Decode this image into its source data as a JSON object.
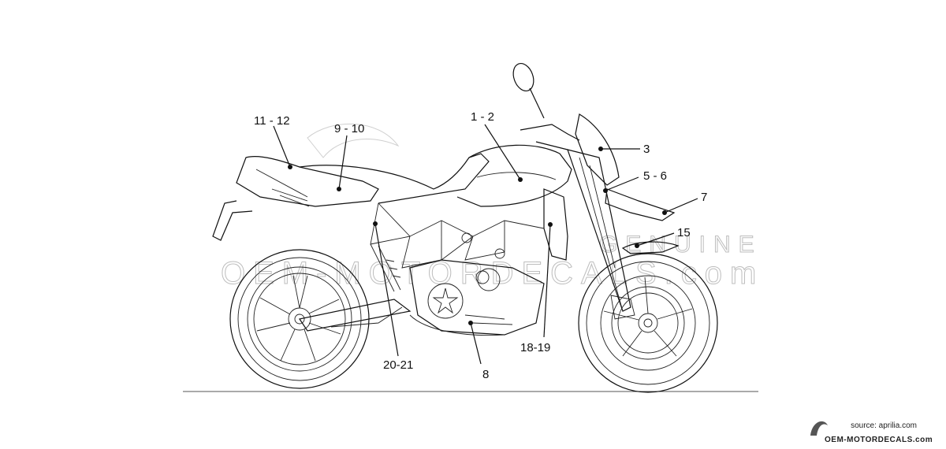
{
  "diagram": {
    "callouts": [
      {
        "id": "c1",
        "label": "1 - 2"
      },
      {
        "id": "c3",
        "label": "3"
      },
      {
        "id": "c5",
        "label": "5 - 6"
      },
      {
        "id": "c7",
        "label": "7"
      },
      {
        "id": "c8",
        "label": "8"
      },
      {
        "id": "c9",
        "label": "9 - 10"
      },
      {
        "id": "c11",
        "label": "11 - 12"
      },
      {
        "id": "c15",
        "label": "15"
      },
      {
        "id": "c18",
        "label": "18-19"
      },
      {
        "id": "c20",
        "label": "20-21"
      }
    ]
  },
  "watermark": {
    "text": "OEM-MOTORDECALS.com",
    "faint_word": "GENUINE"
  },
  "credit": {
    "source": "source: aprilia.com",
    "brand": "OEM-MOTORDECALS.com"
  }
}
